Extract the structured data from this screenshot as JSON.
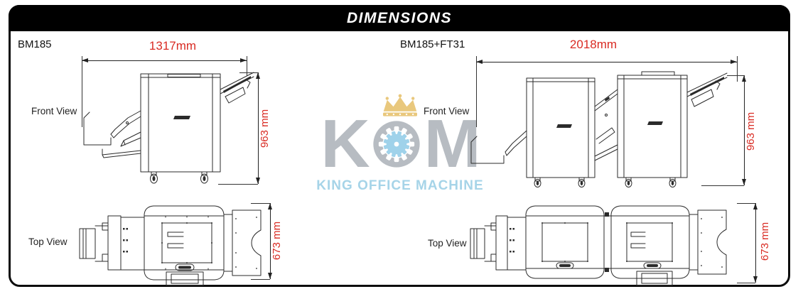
{
  "header": {
    "title": "DIMENSIONS"
  },
  "watermark": {
    "letter_k": "K",
    "letter_m": "M",
    "tagline": "KING OFFICE MACHINE"
  },
  "panels": [
    {
      "model": "BM185",
      "front_view_label": "Front View",
      "top_view_label": "Top View",
      "width_dim": "1317mm",
      "height_dim": "963 mm",
      "depth_dim": "673 mm"
    },
    {
      "model": "BM185+FT31",
      "front_view_label": "Front View",
      "top_view_label": "Top View",
      "width_dim": "2018mm",
      "height_dim": "963 mm",
      "depth_dim": "673 mm"
    }
  ],
  "colors": {
    "header_bg": "#000000",
    "header_text": "#ffffff",
    "dimension_text": "#d92b23",
    "line_art": "#2b2b2b",
    "watermark_gray": "#b7bcc2",
    "watermark_blue": "#a6d4e8",
    "crown_gold": "#e9c87d"
  }
}
